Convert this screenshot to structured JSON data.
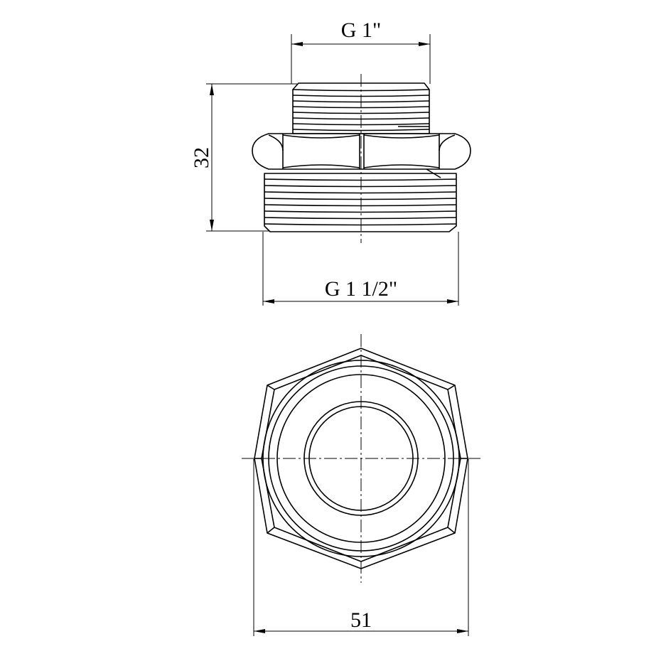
{
  "dimensions": {
    "top_thread": "G 1\"",
    "bottom_thread": "G 1 1/2\"",
    "height": "32",
    "across_flats": "51"
  },
  "colors": {
    "line": "#000000",
    "background": "#ffffff"
  }
}
